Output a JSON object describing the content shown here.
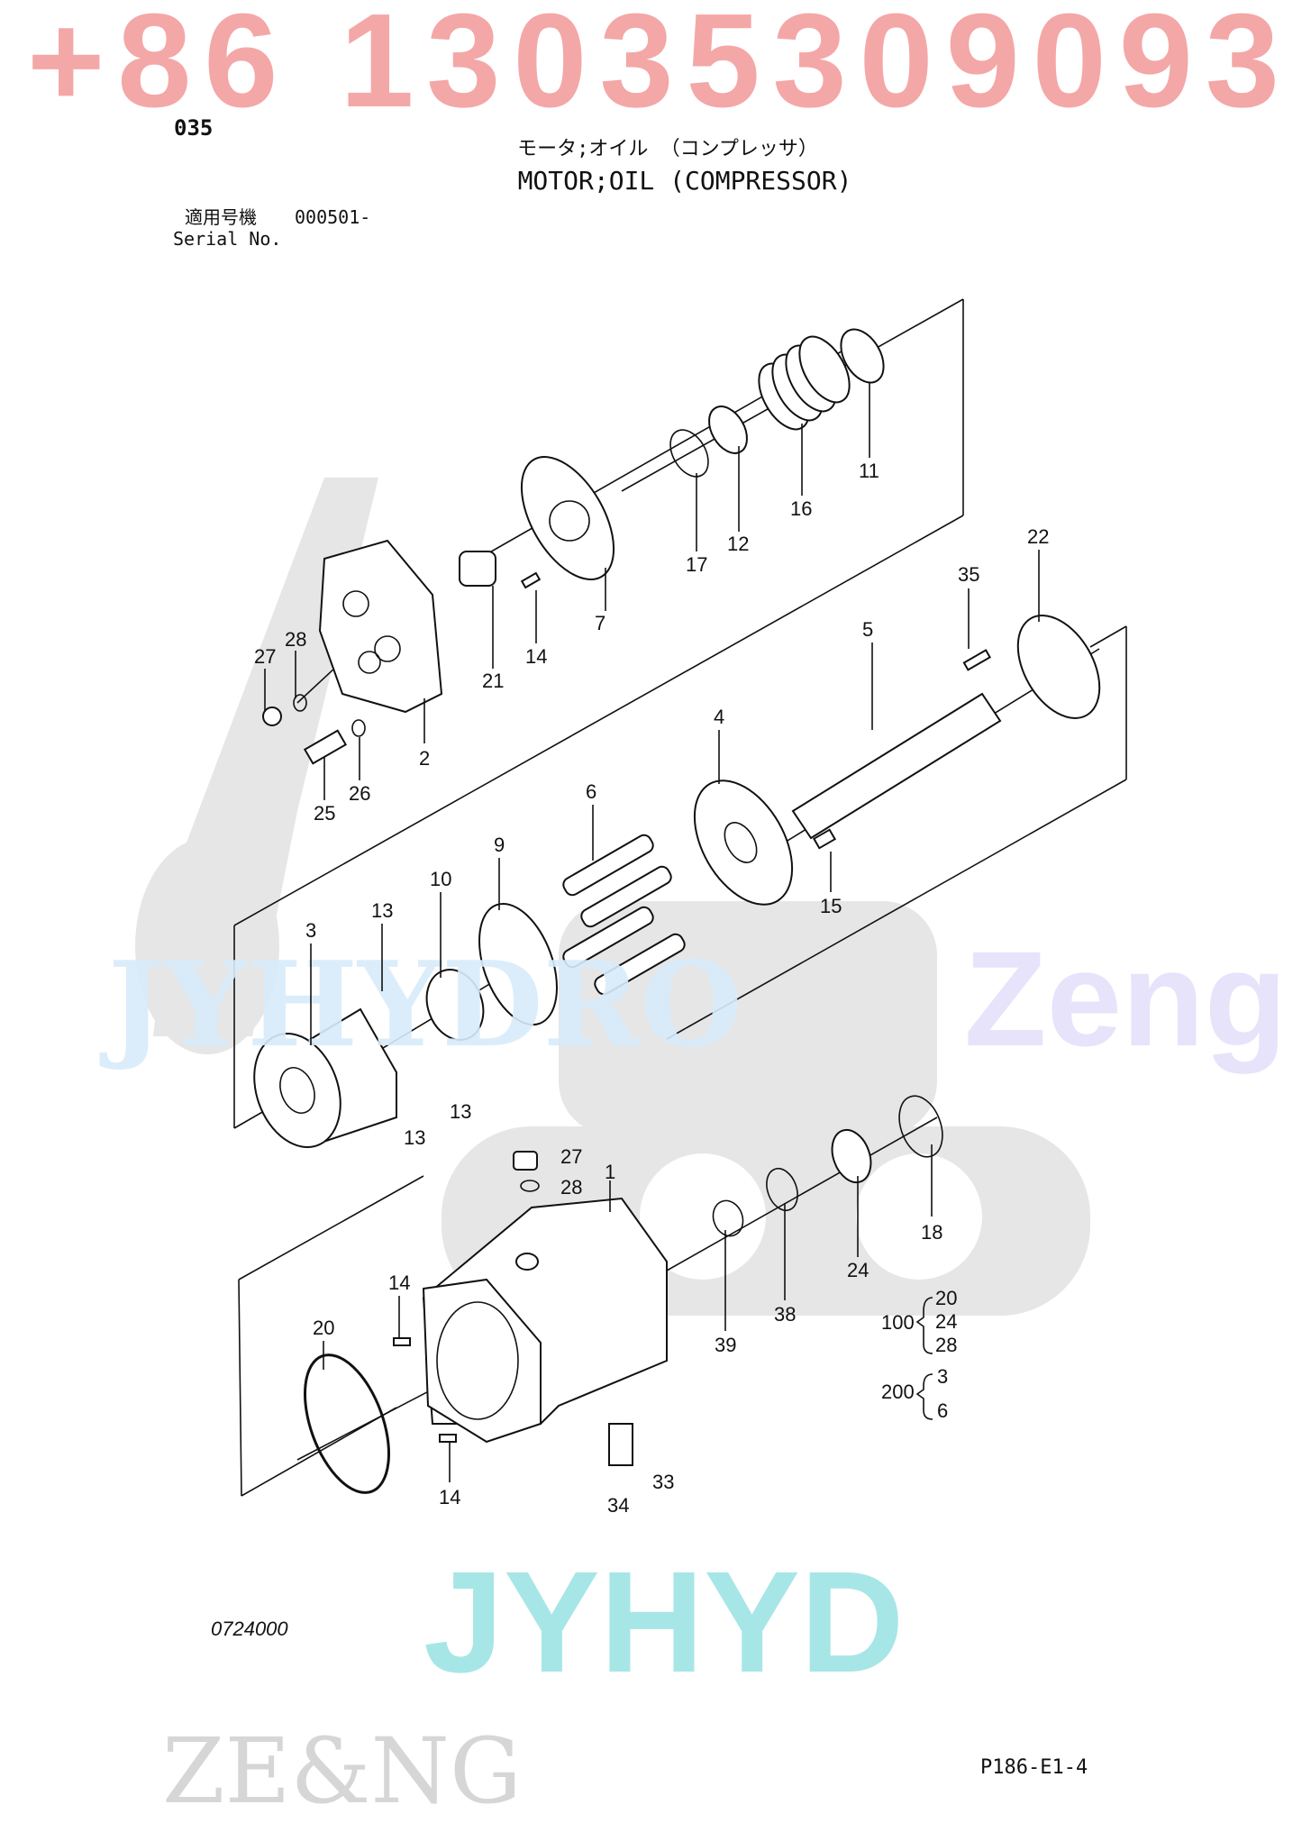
{
  "header": {
    "page_code": "035",
    "title_jp": "モータ;オイル （コンプレッサ）",
    "title_en": "MOTOR;OIL (COMPRESSOR)",
    "serial_label_jp": "適用号機",
    "serial_value": "000501-",
    "serial_label_en": "Serial No."
  },
  "watermarks": {
    "phone": "+86 13035309093",
    "brand_bottom": "JYHYD",
    "brand_mid": "JYHYDRO",
    "brand_right": "Zeng",
    "logo_letters": "ZE&NG"
  },
  "colors": {
    "phone": "#f4a3a3",
    "brand_bottom": "#a7e6e6",
    "brand_mid": "#d8ecfa",
    "brand_right": "#e6e3fb",
    "logo_gray": "#e4e4e4",
    "accent_red": "#d0101a"
  },
  "callouts": [
    "11",
    "16",
    "12",
    "17",
    "7",
    "14",
    "21",
    "22",
    "35",
    "5",
    "4",
    "6",
    "27",
    "28",
    "2",
    "26",
    "25",
    "9",
    "10",
    "13",
    "15",
    "3",
    "13",
    "13",
    "27",
    "28",
    "1",
    "18",
    "24",
    "38",
    "39",
    "14",
    "20",
    "14",
    "34",
    "33"
  ],
  "kits": [
    {
      "number": "100",
      "items": [
        "20",
        "24",
        "28"
      ]
    },
    {
      "number": "200",
      "items": [
        "3",
        "6"
      ]
    }
  ],
  "footer": {
    "drawing_number": "0724000",
    "page_ref": "P186-E1-4"
  }
}
